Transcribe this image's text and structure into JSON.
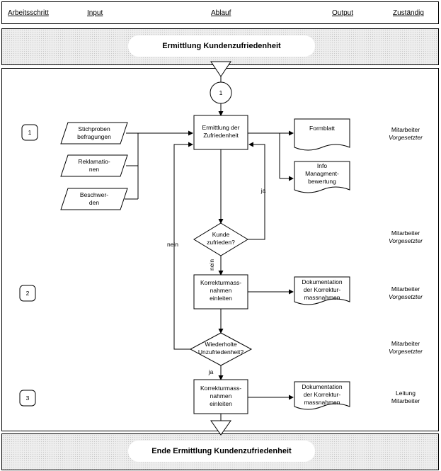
{
  "header": {
    "arbeitsschritt": "Arbeitsschritt",
    "input": "Input",
    "ablauf": "Ablauf",
    "output": "Output",
    "zustaendig": "Zuständig"
  },
  "start_terminator": "Ermittlung Kundenzufriedenheit",
  "end_terminator": "Ende Ermittlung Kundenzufriedenheit",
  "connector_label": "1",
  "steps": [
    "1",
    "2",
    "3"
  ],
  "inputs": [
    [
      "Stichproben",
      "befragungen"
    ],
    [
      "Reklamatio-",
      "nen"
    ],
    [
      "Beschwer-",
      "den"
    ]
  ],
  "process_ermittlung": [
    "Ermittlung der",
    "Zufriedenheit"
  ],
  "process_korrektur_1": [
    "Korrekturmass-",
    "nahmen",
    "einleiten"
  ],
  "process_korrektur_2": [
    "Korrekturmass-",
    "nahmen",
    "einleiten"
  ],
  "decision_zufrieden": [
    "Kunde",
    "zufrieden?"
  ],
  "decision_wiederholt": [
    "Wiederholte",
    "Unzufriedenheit?"
  ],
  "outputs": {
    "formblatt": [
      "Formblatt"
    ],
    "info": [
      "Info",
      "Managment-",
      "bewertung"
    ],
    "doku_1": [
      "Dokumentation",
      "der Korrektur-",
      "massnahmen"
    ],
    "doku_2": [
      "Dokumentation",
      "der Korrektur-",
      "massnahmen"
    ]
  },
  "labels": {
    "ja_right": "ja",
    "nein_down": "nein",
    "nein_left": "nein",
    "ja_down": "ja"
  },
  "responsibles": [
    {
      "name": "Mitarbeiter",
      "role": "Vorgesetzter"
    },
    {
      "name": "Mitarbeiter",
      "role": "Vorgesetzter"
    },
    {
      "name": "Mitarbeiter",
      "role": "Vorgesetzter"
    },
    {
      "name": "Mitarbeiter",
      "role": "Vorgesetzter"
    },
    {
      "name": "Leitung",
      "role": "Mitarbeiter"
    }
  ]
}
